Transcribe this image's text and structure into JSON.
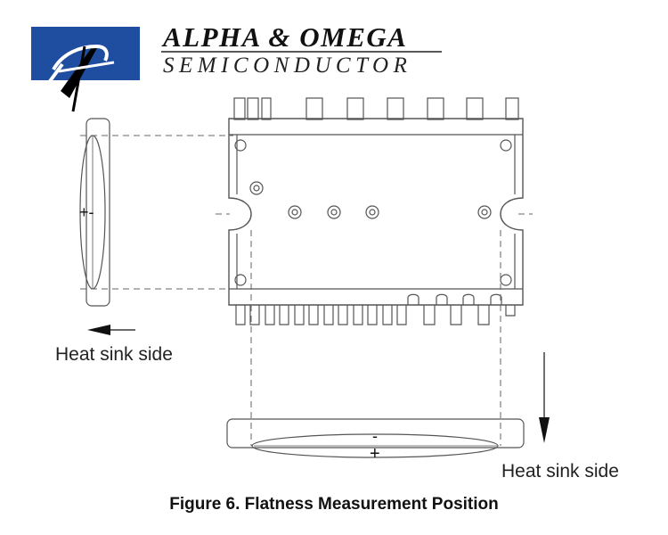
{
  "logo": {
    "mark": "A",
    "brand_name": "ALPHA & OMEGA",
    "brand_subtitle": "SEMICONDUCTOR",
    "mark_color": "#1f4ea0"
  },
  "diagram": {
    "left_view": {
      "signs": "+-",
      "label": "Heat sink side"
    },
    "bottom_view": {
      "minus": "-",
      "plus": "+",
      "label": "Heat sink side"
    },
    "line_color": "#333333"
  },
  "caption": "Figure 6. Flatness Measurement Position"
}
